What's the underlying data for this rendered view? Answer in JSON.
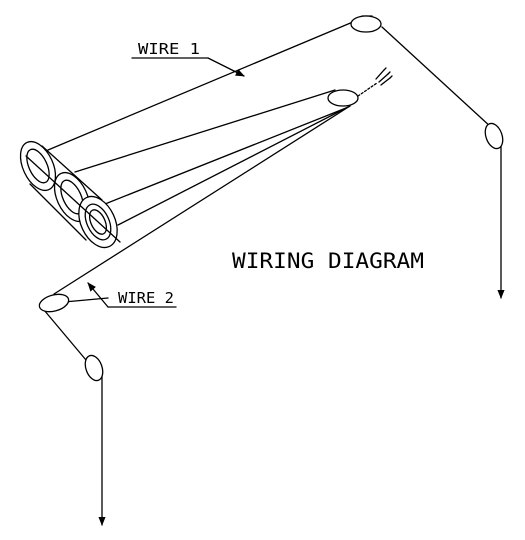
{
  "title": "WIRING DIAGRAM",
  "labels": {
    "wire_1": "WIRE 1",
    "wire_2": "WIRE 2"
  },
  "colors": {
    "line": "#000000",
    "background": "#ffffff"
  },
  "icons": {
    "reel": "wire-reel-icon",
    "terminal": "wire-terminal-icon"
  }
}
